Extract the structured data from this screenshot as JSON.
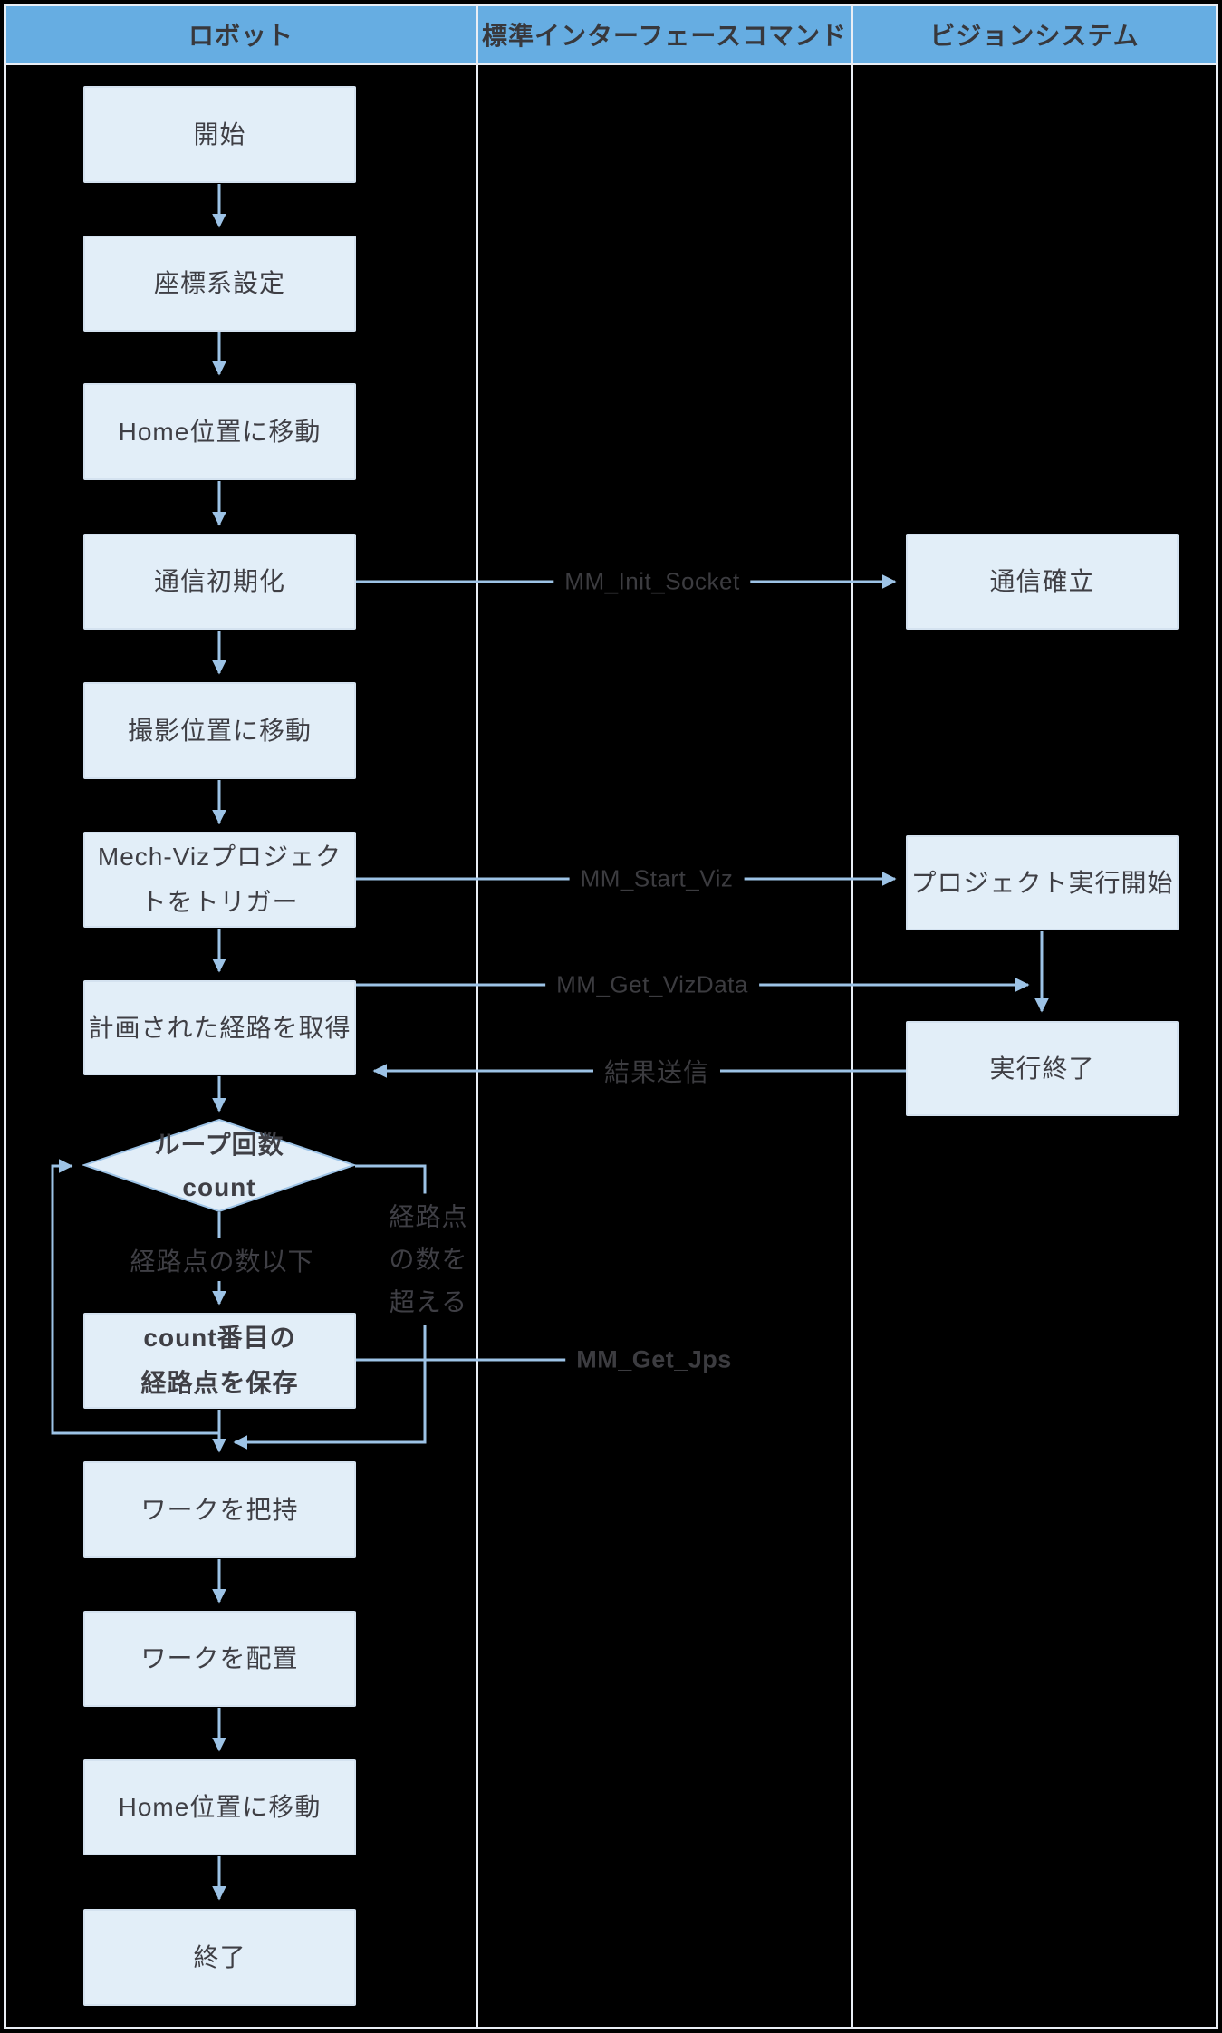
{
  "header": {
    "columns": [
      {
        "label": "ロボット"
      },
      {
        "label": "標準インターフェースコマンド"
      },
      {
        "label": "ビジョンシステム"
      }
    ]
  },
  "robot_lane": {
    "nodes": [
      {
        "id": "start",
        "label": "開始"
      },
      {
        "id": "set-coordinate-system",
        "label": "座標系設定"
      },
      {
        "id": "move-home-1",
        "label": "Home位置に移動"
      },
      {
        "id": "init-communication",
        "label": "通信初期化"
      },
      {
        "id": "move-capture-position",
        "label": "撮影位置に移動"
      },
      {
        "id": "trigger-mech-viz",
        "label": "Mech-Vizプロジェクトをトリガー",
        "line1": "Mech-Vizプロジェク",
        "line2": "トをトリガー"
      },
      {
        "id": "get-planned-path",
        "label": "計画された経路を取得"
      },
      {
        "id": "loop-count-decision",
        "shape": "diamond",
        "label": "ループ回数 count",
        "line1": "ループ回数",
        "line2": "count"
      },
      {
        "id": "save-waypoint",
        "label": "count番目の経路点を保存",
        "line1": "count番目の",
        "line2": "経路点を保存"
      },
      {
        "id": "grasp-workpiece",
        "label": "ワークを把持"
      },
      {
        "id": "place-workpiece",
        "label": "ワークを配置"
      },
      {
        "id": "move-home-2",
        "label": "Home位置に移動"
      },
      {
        "id": "end",
        "label": "終了"
      }
    ],
    "branch_labels": {
      "within_count": "経路点の数以下",
      "exceed_line1": "経路点",
      "exceed_line2": "の数を",
      "exceed_line3": "超える"
    }
  },
  "vision_lane": {
    "nodes": [
      {
        "id": "communication-established",
        "label": "通信確立"
      },
      {
        "id": "project-execution-start",
        "label": "プロジェクト実行開始"
      },
      {
        "id": "execution-end",
        "label": "実行終了"
      }
    ]
  },
  "commands": {
    "init_socket": "MM_Init_Socket",
    "start_viz": "MM_Start_Viz",
    "get_vizdata": "MM_Get_VizData",
    "send_result": "結果送信",
    "get_jps": "MM_Get_Jps"
  },
  "colors": {
    "background": "#000000",
    "header_bg": "#66ADE2",
    "node_fill": "#E2EEF8",
    "node_border": "#D4E2F0",
    "arrow": "#9DC3E6",
    "frame": "#E9EEF5",
    "text": "#3F3F45"
  }
}
